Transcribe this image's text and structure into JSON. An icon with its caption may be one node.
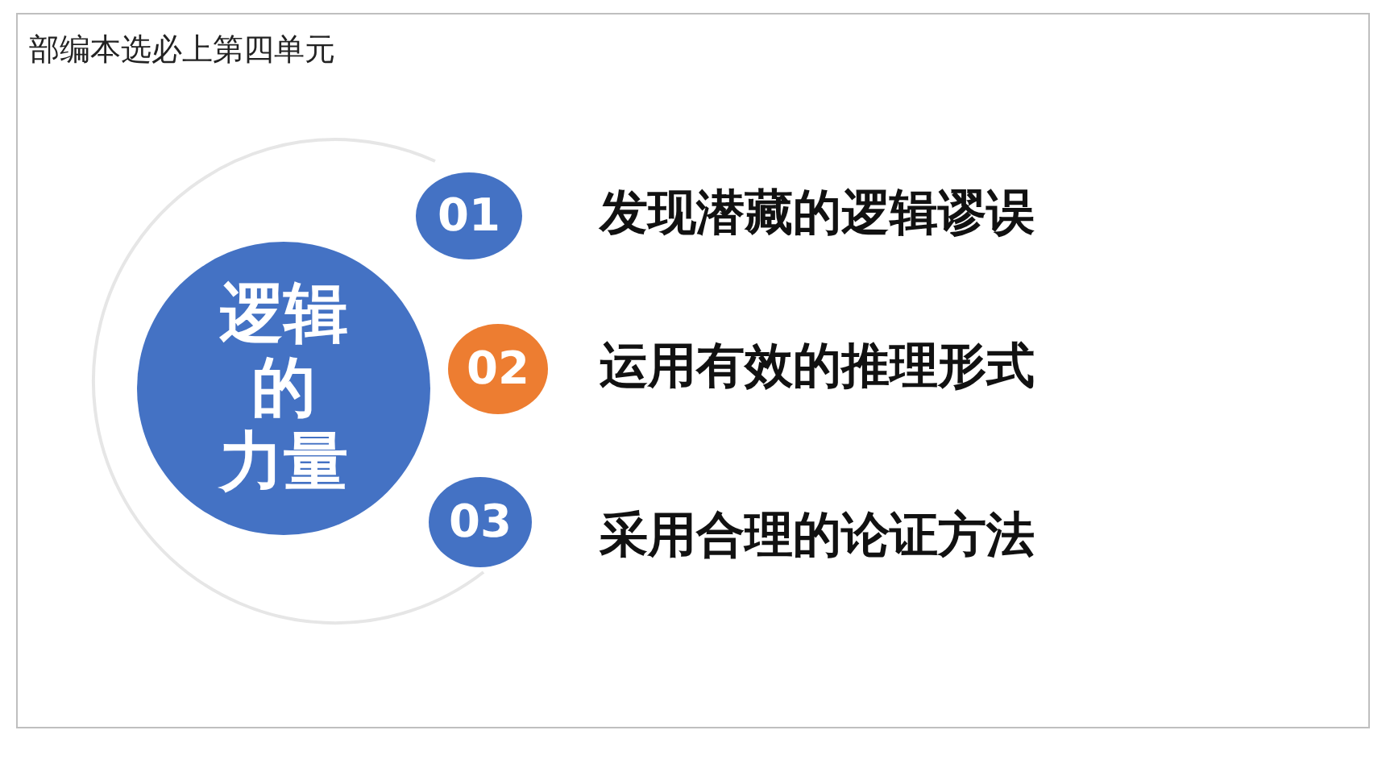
{
  "diagram": {
    "title": "部编本选必上第四单元",
    "nodes": [
      {
        "text": [
          "逻辑的力量"
        ]
      },
      {
        "text": [
          "01"
        ],
        "beside": [
          "发现潜藏的逻辑谬误"
        ]
      },
      {
        "text": [
          "02"
        ],
        "beside": [
          "运用有效的推理形式"
        ]
      },
      {
        "text": [
          "03"
        ],
        "beside": [
          "采用合理的论证方法"
        ]
      }
    ]
  }
}
